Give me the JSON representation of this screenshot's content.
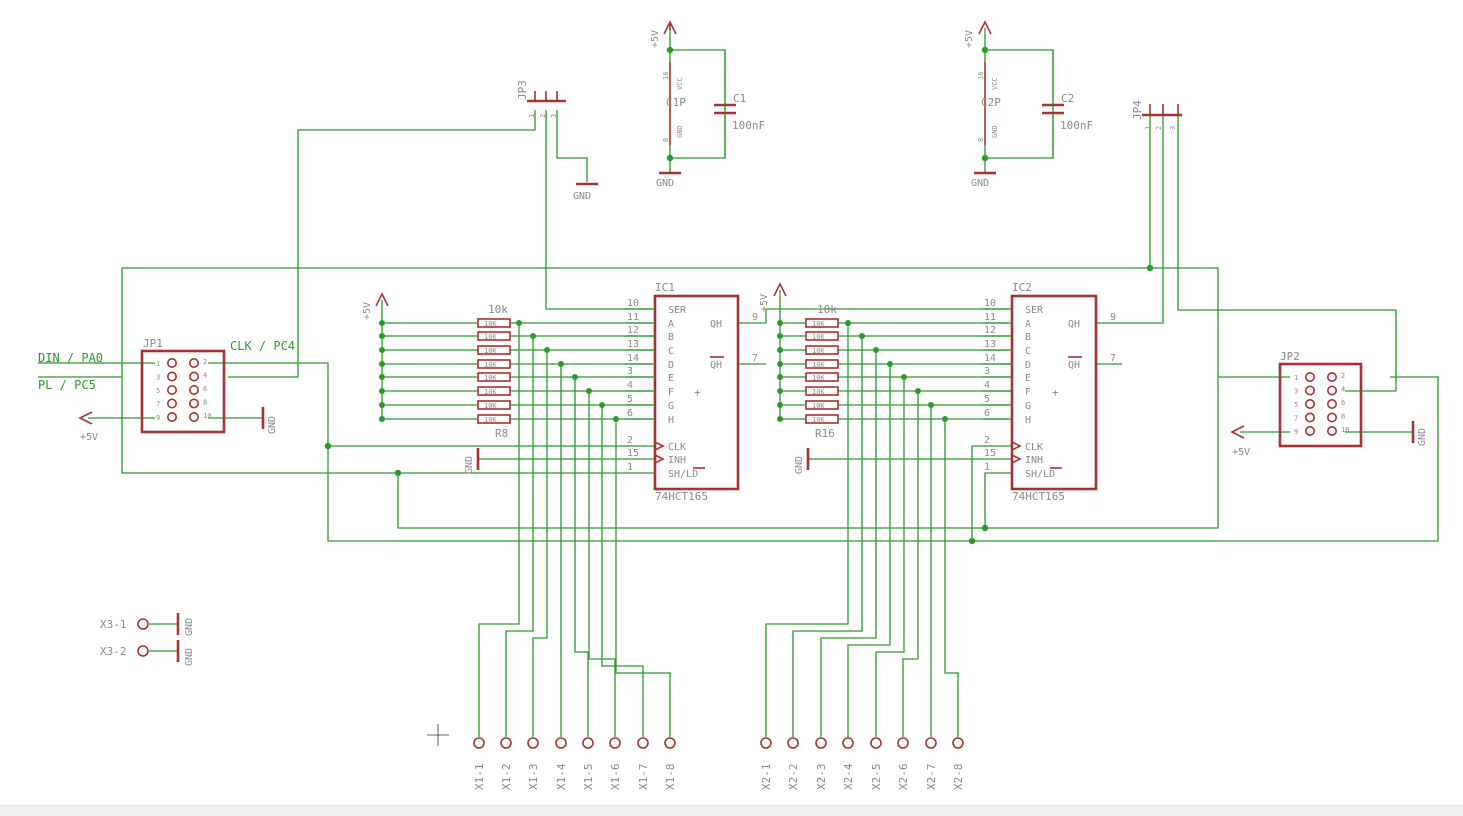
{
  "power": {
    "vcc": "+5V",
    "gnd": "GND"
  },
  "ic1": {
    "name": "IC1",
    "value": "74HCT165"
  },
  "ic2": {
    "name": "IC2",
    "value": "74HCT165"
  },
  "ic_pins": {
    "left_nums": [
      "10",
      "11",
      "12",
      "13",
      "14",
      "3",
      "4",
      "5",
      "6"
    ],
    "left_names": [
      "SER",
      "A",
      "B",
      "C",
      "D",
      "E",
      "F",
      "G",
      "H"
    ],
    "ctrl_nums": [
      "2",
      "15",
      "1"
    ],
    "ctrl_names": [
      "CLK",
      "INH",
      "SH/LD"
    ],
    "qh": "QH",
    "qh_num": "9",
    "qhn": "QH",
    "qhn_num": "7"
  },
  "rnet1": {
    "value": "10k",
    "name": "R8"
  },
  "rnet2": {
    "value": "10k",
    "name": "R16"
  },
  "rlabel": "10K",
  "c1": {
    "name": "C1",
    "value": "100nF",
    "part": "C1P"
  },
  "c2": {
    "name": "C2",
    "value": "100nF",
    "part": "C2P"
  },
  "cp": {
    "pin16": "16",
    "vcc": "VCC",
    "pin8": "8",
    "gnd": "GND"
  },
  "jp1": {
    "name": "JP1",
    "pins": [
      "1",
      "2",
      "3",
      "4",
      "5",
      "6",
      "7",
      "8",
      "9",
      "10"
    ]
  },
  "jp2": {
    "name": "JP2",
    "pins": [
      "1",
      "2",
      "3",
      "4",
      "5",
      "6",
      "7",
      "8",
      "9",
      "10"
    ]
  },
  "jp3": {
    "name": "JP3",
    "pins": [
      "1",
      "2",
      "3"
    ]
  },
  "jp4": {
    "name": "JP4",
    "pins": [
      "1",
      "2",
      "3"
    ]
  },
  "nets": {
    "din": "DIN / PA0",
    "clk": "CLK / PC4",
    "pl": "PL / PC5"
  },
  "x1": [
    "X1-1",
    "X1-2",
    "X1-3",
    "X1-4",
    "X1-5",
    "X1-6",
    "X1-7",
    "X1-8"
  ],
  "x2": [
    "X2-1",
    "X2-2",
    "X2-3",
    "X2-4",
    "X2-5",
    "X2-6",
    "X2-7",
    "X2-8"
  ],
  "x3": [
    "X3-1",
    "X3-2"
  ]
}
